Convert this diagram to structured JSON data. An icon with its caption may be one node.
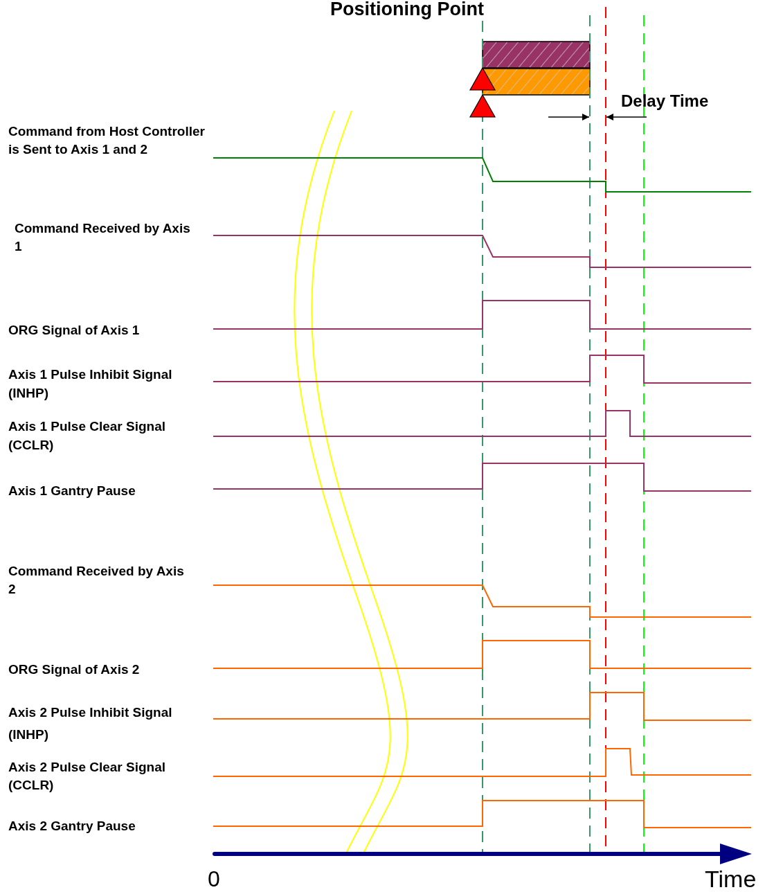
{
  "diagram": {
    "title": "Positioning Point",
    "labels": [
      "Delay Time",
      "Command from Host Controller is Sent to Axis 1 and 2",
      "Command Received by Axis 1",
      "ORG Signal of Axis 1",
      "Axis 1 Pulse Inhibit Signal (INHP)",
      "Axis 1 Pulse Clear Signal (CCLR)",
      "Axis 1 Gantry Pause",
      "Command Received by Axis 2",
      "ORG Signal of Axis 2",
      "Axis 2 Pulse Inhibit Signal (INHP)",
      "Axis 2 Pulse Clear Signal (CCLR)",
      "Axis 2 Gantry Pause",
      "0",
      "Time"
    ]
  }
}
